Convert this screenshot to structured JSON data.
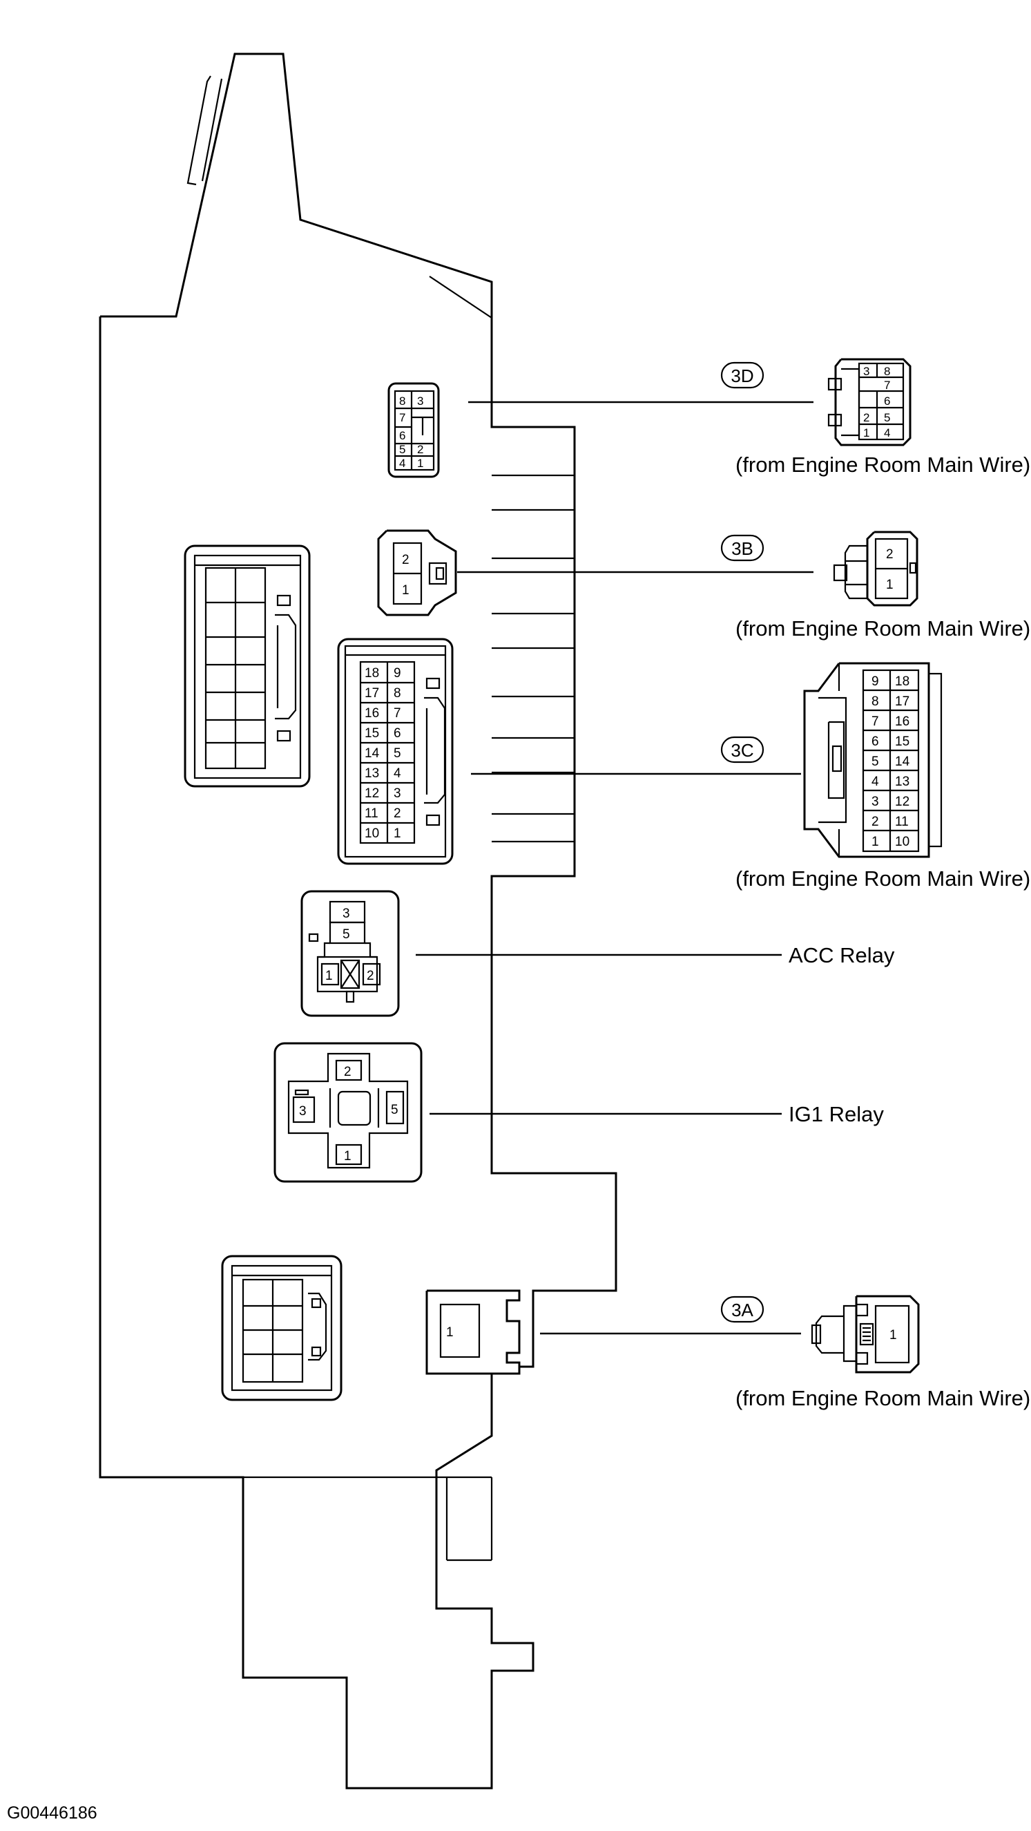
{
  "connectors": {
    "c3d": {
      "tag": "3D",
      "source": "(from Engine Room Main Wire)",
      "pins": [
        "8",
        "3",
        "7",
        "6",
        "5",
        "2",
        "4",
        "1"
      ],
      "mating_pins": [
        "3",
        "8",
        "7",
        "6",
        "2",
        "5",
        "1",
        "4"
      ]
    },
    "c3b": {
      "tag": "3B",
      "source": "(from Engine Room Main Wire)",
      "pins": [
        "2",
        "1"
      ],
      "mating_pins": [
        "2",
        "1"
      ]
    },
    "c3c": {
      "tag": "3C",
      "source": "(from Engine Room Main Wire)",
      "pins": [
        "18",
        "9",
        "17",
        "8",
        "16",
        "7",
        "15",
        "6",
        "14",
        "5",
        "13",
        "4",
        "12",
        "3",
        "11",
        "2",
        "10",
        "1"
      ],
      "mating_pins": [
        "9",
        "18",
        "8",
        "17",
        "7",
        "16",
        "6",
        "15",
        "5",
        "14",
        "4",
        "13",
        "3",
        "12",
        "2",
        "11",
        "1",
        "10"
      ]
    },
    "c3a": {
      "tag": "3A",
      "source": "(from Engine Room Main Wire)",
      "pins": [
        "1"
      ],
      "mating_pins": [
        "1"
      ]
    }
  },
  "relays": {
    "acc": {
      "label": "ACC Relay",
      "pins": [
        "3",
        "5",
        "1",
        "2"
      ]
    },
    "ig1": {
      "label": "IG1 Relay",
      "pins": [
        "2",
        "3",
        "5",
        "1"
      ]
    }
  },
  "figure_code": "G00446186"
}
